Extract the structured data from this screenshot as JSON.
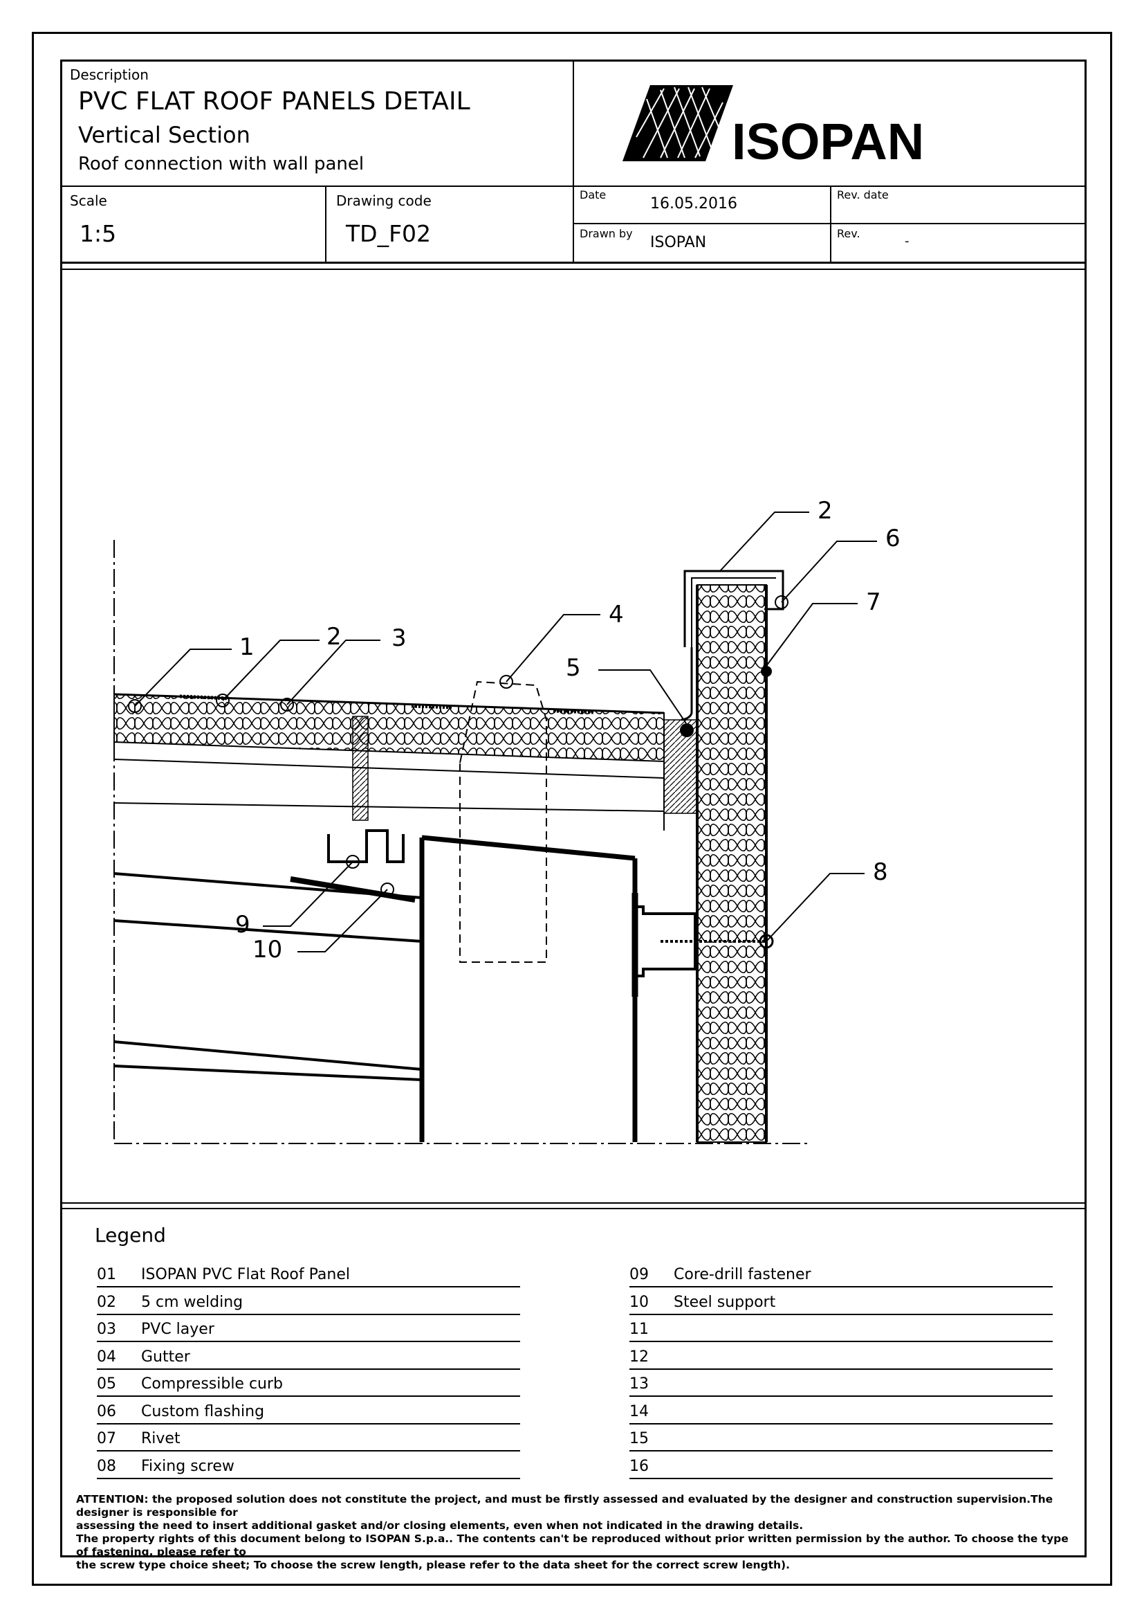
{
  "header": {
    "description_label": "Description",
    "title": "PVC FLAT ROOF PANELS DETAIL",
    "subtitle": "Vertical Section",
    "subtitle2": "Roof connection with wall panel",
    "brand": "ISOPAN",
    "scale_label": "Scale",
    "scale_value": "1:5",
    "code_label": "Drawing code",
    "code_value": "TD_F02",
    "date_label": "Date",
    "date_value": "16.05.2016",
    "revdate_label": "Rev. date",
    "revdate_value": "",
    "drawnby_label": "Drawn by",
    "drawnby_value": "ISOPAN",
    "rev_label": "Rev.",
    "rev_value": "-"
  },
  "callouts": [
    "1",
    "2",
    "3",
    "4",
    "5",
    "2",
    "6",
    "7",
    "8",
    "9",
    "10"
  ],
  "legend": {
    "title": "Legend",
    "left": [
      {
        "num": "01",
        "text": "ISOPAN PVC Flat Roof Panel"
      },
      {
        "num": "02",
        "text": "5 cm welding"
      },
      {
        "num": "03",
        "text": "PVC layer"
      },
      {
        "num": "04",
        "text": "Gutter"
      },
      {
        "num": "05",
        "text": "Compressible curb"
      },
      {
        "num": "06",
        "text": "Custom flashing"
      },
      {
        "num": "07",
        "text": "Rivet"
      },
      {
        "num": "08",
        "text": "Fixing screw"
      }
    ],
    "right": [
      {
        "num": "09",
        "text": "Core-drill fastener"
      },
      {
        "num": "10",
        "text": "Steel support"
      },
      {
        "num": "11",
        "text": ""
      },
      {
        "num": "12",
        "text": ""
      },
      {
        "num": "13",
        "text": ""
      },
      {
        "num": "14",
        "text": ""
      },
      {
        "num": "15",
        "text": ""
      },
      {
        "num": "16",
        "text": ""
      }
    ]
  },
  "notes": {
    "line1": "ATTENTION: the proposed solution does not constitute the project, and must be firstly assessed and evaluated by the designer and construction supervision.The designer is responsible for",
    "line2": "assessing the need to insert additional gasket and/or closing elements, even when not indicated in the drawing details.",
    "line3": "The property rights of this document belong to ISOPAN S.p.a.. The contents can't be reproduced without prior written permission by the author. To choose the type of fastening, please refer to",
    "line4": "the screw type choice sheet; To choose the screw length, please refer to the data sheet for the correct screw length)."
  }
}
